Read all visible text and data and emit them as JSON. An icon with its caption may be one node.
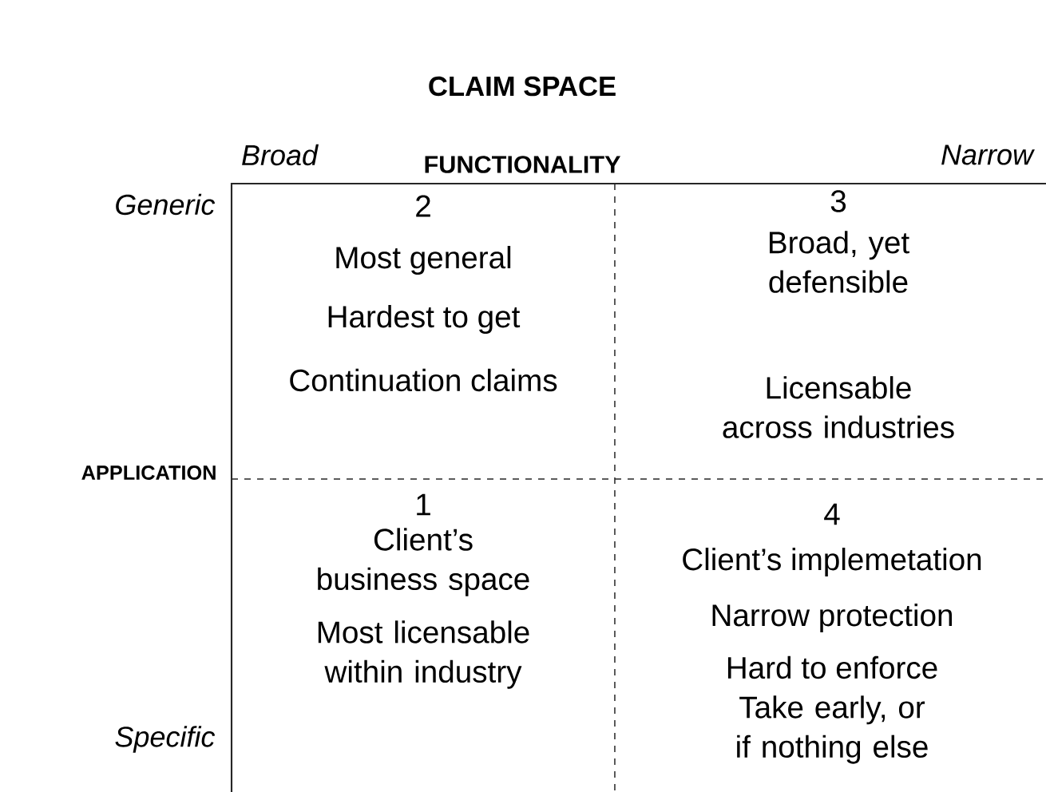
{
  "diagram": {
    "title": "CLAIM SPACE",
    "nodes": [
      {
        "text": [
          "2",
          "Most general",
          "Hardest to get",
          "Continuation claims"
        ]
      },
      {
        "text": [
          "3",
          "Broad, yet defensible",
          "Licensable across industries"
        ]
      },
      {
        "text": [
          "1",
          "Client’s business space",
          "Most licensable within industry"
        ]
      },
      {
        "text": [
          "4",
          "Client’s implemetation",
          "Narrow protection",
          "Hard to enforce",
          "Take early, or if nothing else"
        ]
      }
    ],
    "labels": [
      "FUNCTIONALITY",
      "Broad",
      "Narrow",
      "Generic",
      "APPLICATION",
      "Specific"
    ]
  }
}
